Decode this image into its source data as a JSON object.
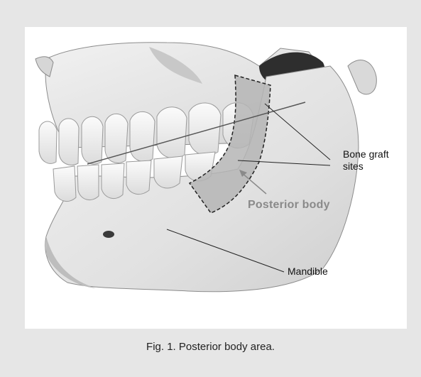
{
  "figure": {
    "labels": {
      "bone_graft_sites": "Bone graft\nsites",
      "posterior_body": "Posterior body",
      "mandible": "Mandible"
    },
    "caption": "Fig. 1. Posterior body area."
  },
  "colors": {
    "page_background": "#e6e6e6",
    "panel_background": "#ffffff",
    "bone": "#e9e9e9",
    "graft_region": "#b5b5b5",
    "posterior_label": "#8a8a8a"
  }
}
